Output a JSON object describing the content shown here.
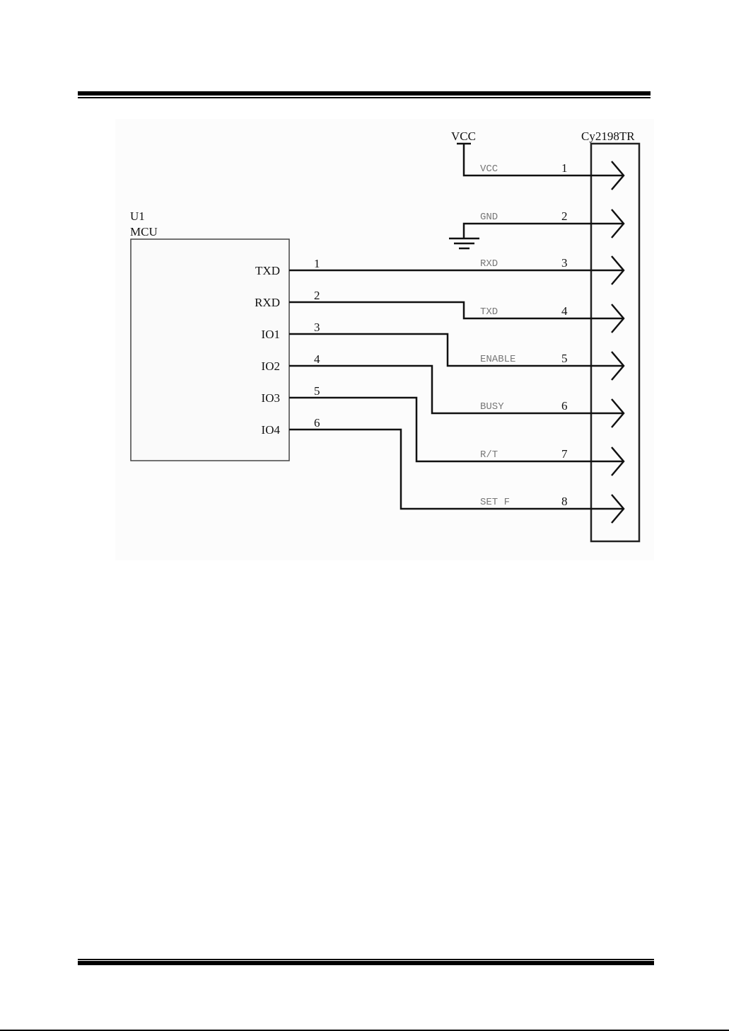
{
  "mcu": {
    "ref": "U1",
    "name": "MCU",
    "pins": [
      {
        "label": "TXD",
        "num": "1"
      },
      {
        "label": "RXD",
        "num": "2"
      },
      {
        "label": "IO1",
        "num": "3"
      },
      {
        "label": "IO2",
        "num": "4"
      },
      {
        "label": "IO3",
        "num": "5"
      },
      {
        "label": "IO4",
        "num": "6"
      }
    ]
  },
  "power": {
    "vcc_label": "VCC"
  },
  "connector": {
    "name": "Cy2198TR",
    "pins": [
      {
        "label": "VCC",
        "num": "1"
      },
      {
        "label": "GND",
        "num": "2"
      },
      {
        "label": "RXD",
        "num": "3"
      },
      {
        "label": "TXD",
        "num": "4"
      },
      {
        "label": "ENABLE",
        "num": "5"
      },
      {
        "label": "BUSY",
        "num": "6"
      },
      {
        "label": "R/T",
        "num": "7"
      },
      {
        "label": "SET F",
        "num": "8"
      }
    ]
  }
}
